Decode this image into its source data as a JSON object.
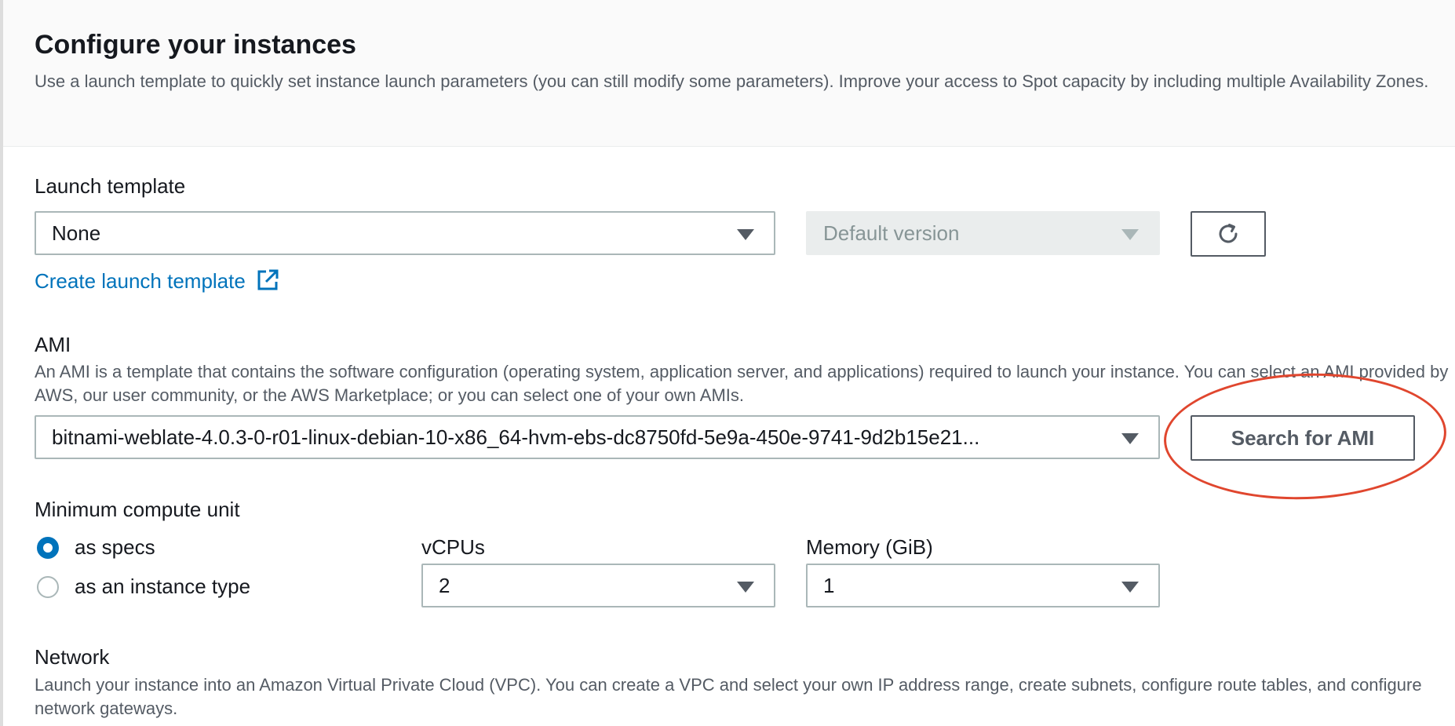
{
  "section": {
    "title": "Configure your instances",
    "description": "Use a launch template to quickly set instance launch parameters (you can still modify some parameters). Improve your access to Spot capacity by including multiple Availability Zones."
  },
  "launch_template": {
    "label": "Launch template",
    "selected": "None",
    "version_selected": "Default version",
    "create_link": "Create launch template"
  },
  "ami": {
    "label": "AMI",
    "description": "An AMI is a template that contains the software configuration (operating system, application server, and applications) required to launch your instance. You can select an AMI provided by AWS, our user community, or the AWS Marketplace; or you can select one of your own AMIs.",
    "selected": "bitnami-weblate-4.0.3-0-r01-linux-debian-10-x86_64-hvm-ebs-dc8750fd-5e9a-450e-9741-9d2b15e21...",
    "search_button": "Search for AMI"
  },
  "compute": {
    "label": "Minimum compute unit",
    "options": [
      "as specs",
      "as an instance type"
    ],
    "selected_option": "as specs",
    "vcpus_label": "vCPUs",
    "vcpus_value": "2",
    "memory_label": "Memory (GiB)",
    "memory_value": "1"
  },
  "network": {
    "label": "Network",
    "description": "Launch your instance into an Amazon Virtual Private Cloud (VPC). You can create a VPC and select your own IP address range, create subnets, configure route tables, and configure network gateways."
  },
  "colors": {
    "link": "#0073bb",
    "radio_checked": "#0073bb",
    "annotation": "#e0462e"
  },
  "icons": {
    "refresh": "refresh-icon",
    "external_link": "external-link-icon",
    "dropdown": "caret-down-icon"
  }
}
